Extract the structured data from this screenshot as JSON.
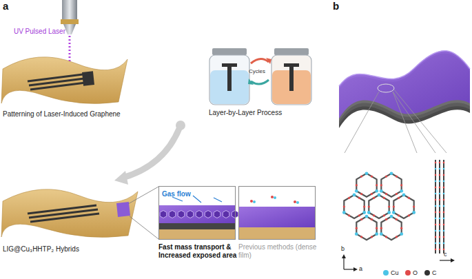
{
  "diagram": {
    "nodes": [
      {
        "text": [
          "Gas flow",
          "Fast mass transport & Increased exposed area"
        ]
      },
      {
        "text": [
          "Previous methods (dense film)"
        ]
      }
    ],
    "labels": [
      "a",
      "UV Pulsed Laser",
      "Cycles",
      "Layer-by-Layer Process",
      "Patterning of Laser-Induced Graphene",
      "LIG@Cu₃HHTP₂ Hybrids",
      "b",
      "b",
      "a",
      "c"
    ],
    "legend": [
      {
        "text": "Cu",
        "color": "#4cc4e6"
      },
      {
        "text": "O",
        "color": "#e04a4a"
      },
      {
        "text": "C",
        "color": "#333333"
      }
    ]
  }
}
